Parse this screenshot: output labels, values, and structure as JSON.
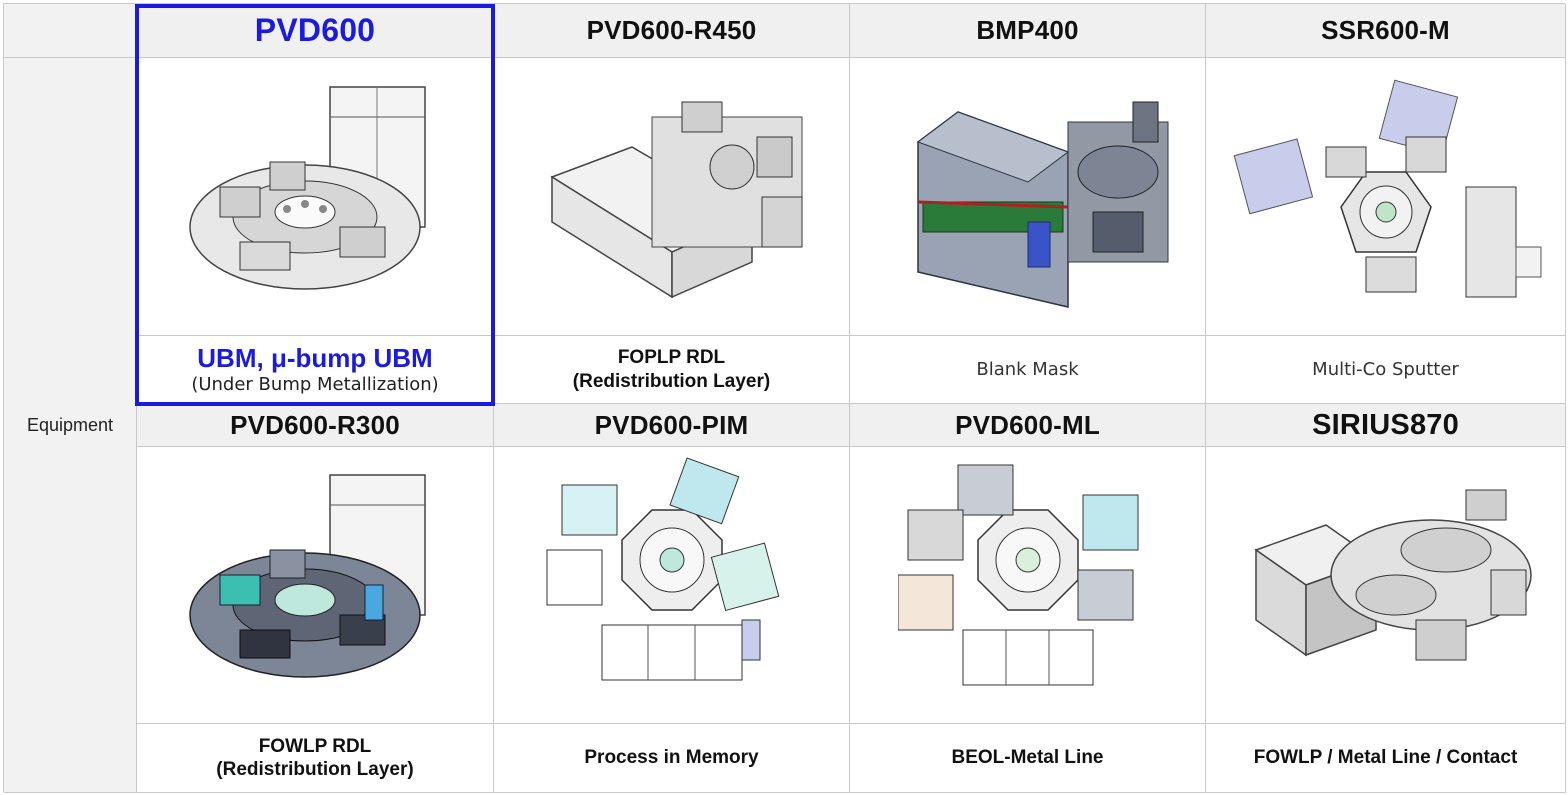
{
  "row_label": "Equipment",
  "colors": {
    "highlight": "#1a1ae0",
    "header_bg": "#f0f0f0",
    "border": "#c8c8c8"
  },
  "top_row": [
    {
      "name": "PVD600",
      "desc1": "UBM, μ-bump UBM",
      "desc2": "(Under Bump Metallization)",
      "highlighted": true,
      "image": "pvd600-machine-drawing"
    },
    {
      "name": "PVD600-R450",
      "desc1": "FOPLP RDL",
      "desc2": "(Redistribution Layer)",
      "image": "pvd600-r450-machine-drawing"
    },
    {
      "name": "BMP400",
      "desc1": "Blank Mask",
      "image": "bmp400-machine-drawing"
    },
    {
      "name": "SSR600-M",
      "desc1": "Multi-Co Sputter",
      "image": "ssr600-m-machine-drawing"
    }
  ],
  "bottom_row": [
    {
      "name": "PVD600-R300",
      "desc1": "FOWLP RDL",
      "desc2": "(Redistribution Layer)",
      "image": "pvd600-r300-machine-drawing"
    },
    {
      "name": "PVD600-PIM",
      "desc1": "Process in Memory",
      "image": "pvd600-pim-machine-drawing"
    },
    {
      "name": "PVD600-ML",
      "desc1": "BEOL-Metal Line",
      "image": "pvd600-ml-machine-drawing"
    },
    {
      "name": "SIRIUS870",
      "desc1": "FOWLP / Metal Line / Contact",
      "image": "sirius870-machine-drawing"
    }
  ]
}
